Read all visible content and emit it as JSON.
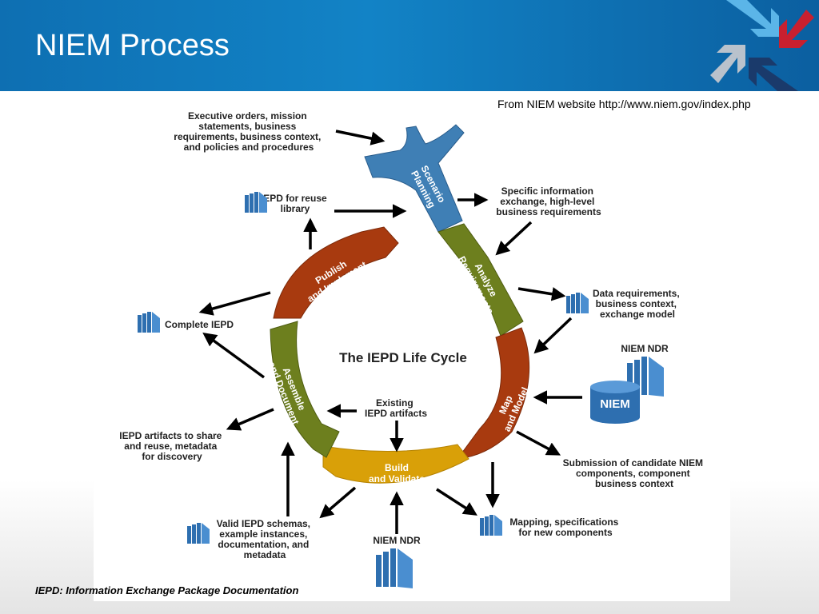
{
  "slide": {
    "title": "NIEM Process",
    "source_note": "From NIEM website http://www.niem.gov/index.php",
    "footnote": "IEPD: Information Exchange Package Documentation"
  },
  "colors": {
    "header_blue": "#1283c6",
    "scenario_planning": "#3f7fb5",
    "analyze_requirements": "#6d7f1e",
    "map_and_model": "#a83a0f",
    "build_and_validate": "#d9a008",
    "assemble_and_document": "#6d7f1e",
    "publish_and_implement": "#a83a0f",
    "niem_db": "#2e6fb0"
  },
  "diagram": {
    "center_title": "The IEPD Life Cycle",
    "phases": {
      "scenario": [
        "Scenario",
        "Planning"
      ],
      "analyze": [
        "Analyze",
        "Requirements"
      ],
      "map": [
        "Map",
        "and Model"
      ],
      "build": [
        "Build",
        "and Validate"
      ],
      "assemble": [
        "Assemble",
        "and Document"
      ],
      "publish": [
        "Publish",
        "and Implement"
      ]
    },
    "labels": {
      "executive": [
        "Executive orders, mission",
        "statements, business",
        "requirements, business context,",
        "and policies and procedures"
      ],
      "specific": [
        "Specific information",
        "exchange, high-level",
        "business requirements"
      ],
      "data_req": [
        "Data requirements,",
        "business context,",
        "exchange model"
      ],
      "niem_ndr_right": "NIEM NDR",
      "niem_db": "NIEM",
      "submission": [
        "Submission of candidate NIEM",
        "components, component",
        "business context"
      ],
      "mapping": [
        "Mapping, specifications",
        "for new components"
      ],
      "niem_ndr_bottom": "NIEM NDR",
      "valid": [
        "Valid IEPD schemas,",
        "example instances,",
        "documentation, and",
        "metadata"
      ],
      "artifacts_share": [
        "IEPD artifacts to share",
        "and reuse, metadata",
        "for discovery"
      ],
      "complete": "Complete IEPD",
      "reuse_library": [
        "IEPD for reuse",
        "library"
      ],
      "existing": [
        "Existing",
        "IEPD artifacts"
      ]
    }
  }
}
